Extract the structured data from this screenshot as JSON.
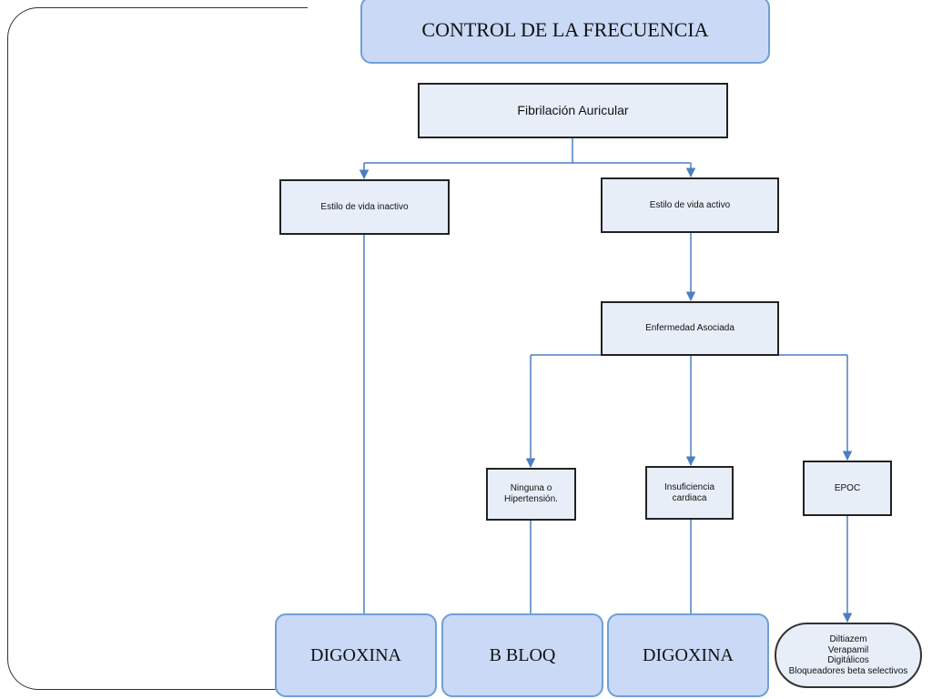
{
  "title": "CONTROL DE LA FRECUENCIA",
  "root": "Fibrilación Auricular",
  "branches": {
    "inactive": "Estilo de vida inactivo",
    "active": "Estilo de vida activo"
  },
  "associated": "Enfermedad Asociada",
  "conditions": {
    "none_line1": "Ninguna o",
    "none_line2": "Hipertensión.",
    "heart_line1": "Insuficiencia",
    "heart_line2": "cardiaca",
    "copd": "EPOC"
  },
  "outcomes": {
    "digoxina_1": "DIGOXINA",
    "bbloq": "B BLOQ",
    "digoxina_2": "DIGOXINA",
    "copd_options": [
      "Diltiazem",
      "Verapamil",
      "Digitálicos",
      "Bloqueadores beta selectivos"
    ]
  },
  "colors": {
    "connector": "#4a7fc0",
    "highlight_fill": "#c9d9f6",
    "highlight_border": "#6f9fd5",
    "box_fill": "#e8eef8"
  },
  "icons": {
    "arrowhead": "arrowhead-icon"
  }
}
